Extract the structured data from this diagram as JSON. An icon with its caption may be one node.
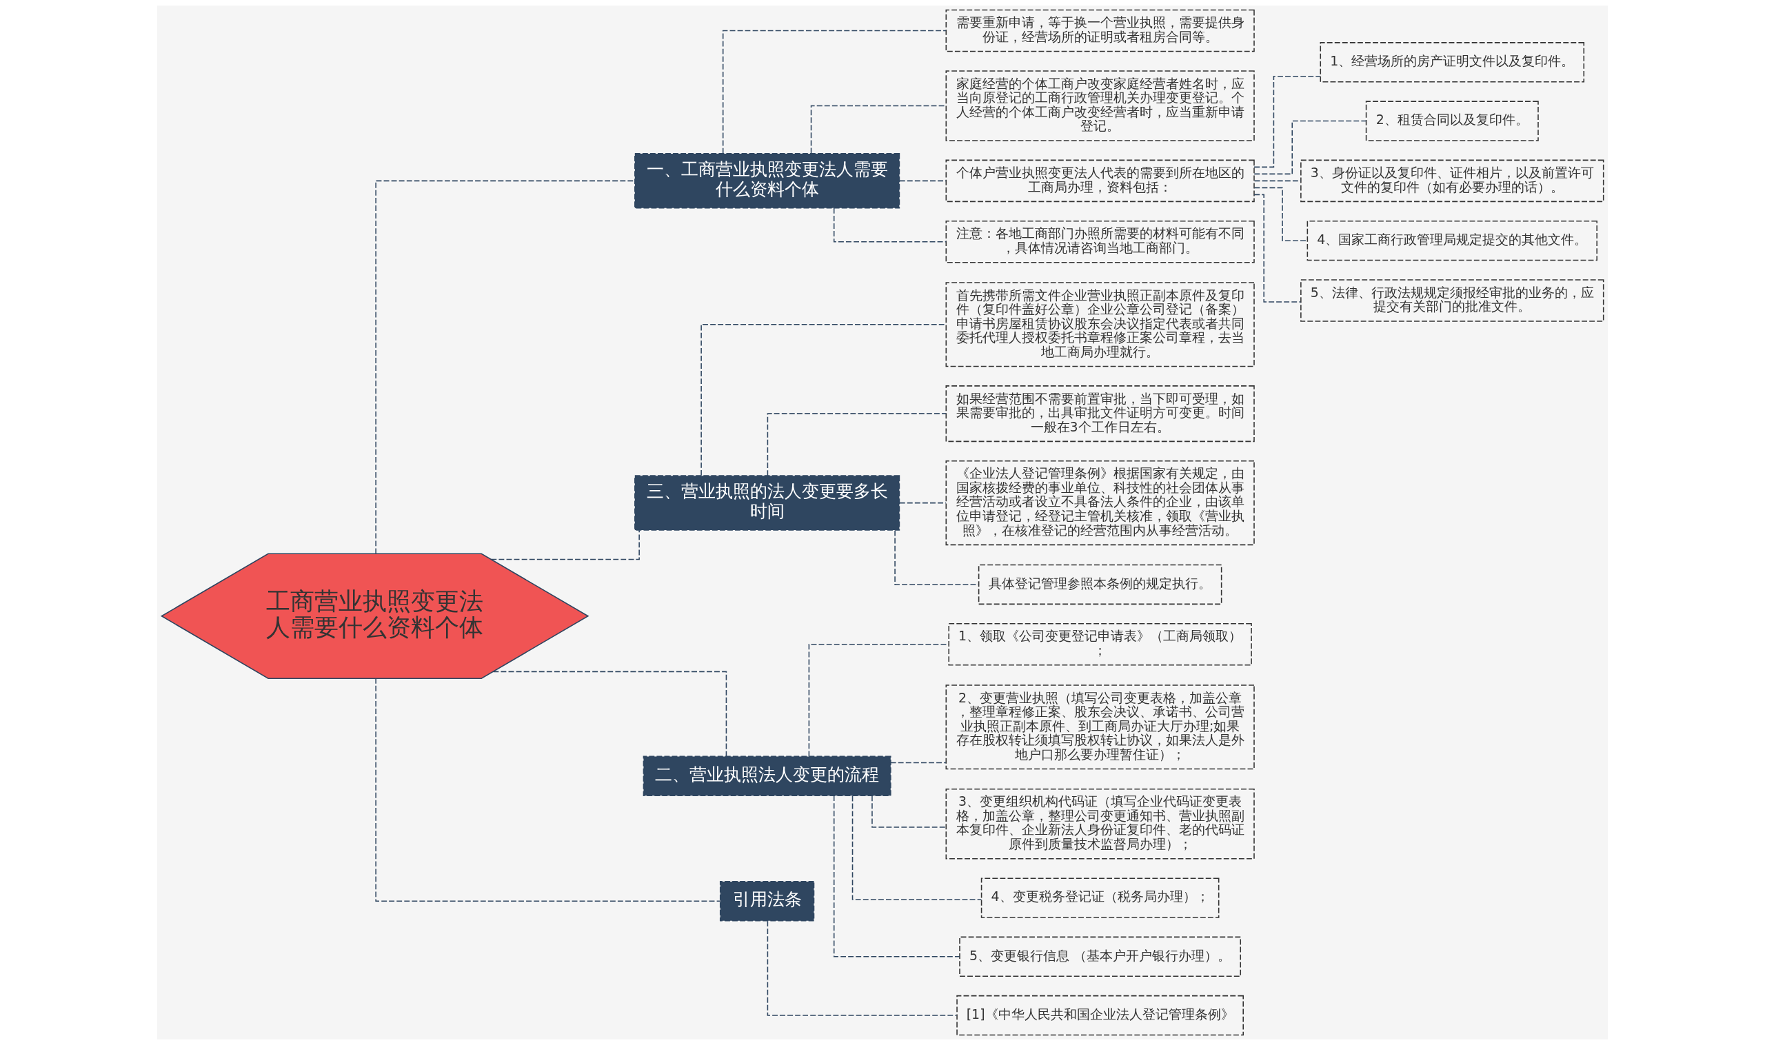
{
  "diagram": {
    "nodes": [
      {
        "text": [
          "工商营业执照变更法人需要什么资料个体"
        ]
      },
      {
        "text": [
          "一、工商营业执照变更法人需要什么资料个体"
        ]
      },
      {
        "text": [
          "需要重新申请，等于换一个营业执照，需要提供身份证，经营场所的证明或者租房合同等。"
        ]
      },
      {
        "text": [
          "家庭经营的个体工商户改变家庭经营者姓名时，应当向原登记的工商行政管理机关办理变更登记。个人经营的个体工商户改变经营者时，应当重新申请登记。"
        ]
      },
      {
        "text": [
          "个体户营业执照变更法人代表的需要到所在地区的工商局办理，资料包括："
        ]
      },
      {
        "text": [
          "1、经营场所的房产证明文件以及复印件。"
        ]
      },
      {
        "text": [
          "2、租赁合同以及复印件。"
        ]
      },
      {
        "text": [
          "3、身份证以及复印件、证件相片，以及前置许可文件的复印件（如有必要办理的话）。"
        ]
      },
      {
        "text": [
          "4、国家工商行政管理局规定提交的其他文件。"
        ]
      },
      {
        "text": [
          "5、法律、行政法规规定须报经审批的业务的，应提交有关部门的批准文件。"
        ]
      },
      {
        "text": [
          "注意：各地工商部门办照所需要的材料可能有不同，具体情况请咨询当地工商部门。"
        ]
      },
      {
        "text": [
          "三、营业执照的法人变更要多长时间"
        ]
      },
      {
        "text": [
          "首先携带所需文件企业营业执照正副本原件及复印件（复印件盖好公章）企业公章公司登记（备案）申请书房屋租赁协议股东会决议指定代表或者共同委托代理人授权委托书章程修正案公司章程，去当地工商局办理就行。"
        ]
      },
      {
        "text": [
          "如果经营范围不需要前置审批，当下即可受理，如果需要审批的，出具审批文件证明方可变更。时间一般在3个工作日左右。"
        ]
      },
      {
        "text": [
          "《企业法人登记管理条例》根据国家有关规定，由国家核拨经费的事业单位、科技性的社会团体从事经营活动或者设立不具备法人条件的企业，由该单位申请登记，经登记主管机关核准，领取《营业执照》，在核准登记的经营范围内从事经营活动。"
        ]
      },
      {
        "text": [
          "具体登记管理参照本条例的规定执行。"
        ]
      },
      {
        "text": [
          "二、营业执照法人变更的流程"
        ]
      },
      {
        "text": [
          "1、领取《公司变更登记申请表》（工商局领取）；"
        ]
      },
      {
        "text": [
          "2、变更营业执照（填写公司变更表格，加盖公章，整理章程修正案、股东会决议、承诺书、公司营业执照正副本原件、到工商局办证大厅办理;如果存在股权转让须填写股权转让协议，如果法人是外地户口那么要办理暂住证）；"
        ]
      },
      {
        "text": [
          "3、变更组织机构代码证（填写企业代码证变更表格，加盖公章，整理公司变更通知书、营业执照副本复印件、企业新法人身份证复印件、老的代码证原件到质量技术监督局办理）；"
        ]
      },
      {
        "text": [
          "4、变更税务登记证（税务局办理）；"
        ]
      },
      {
        "text": [
          "5、变更银行信息 （基本户开户银行办理）。"
        ]
      },
      {
        "text": [
          "引用法条"
        ]
      },
      {
        "text": [
          "[1]《中华人民共和国企业法人登记管理条例》"
        ]
      }
    ],
    "edges": [
      {
        "from": 0,
        "to": 1,
        "arrow": "none",
        "style": "dashed"
      },
      {
        "from": 1,
        "to": 2,
        "arrow": "none",
        "style": "dashed"
      },
      {
        "from": 1,
        "to": 3,
        "arrow": "none",
        "style": "dashed"
      },
      {
        "from": 1,
        "to": 4,
        "arrow": "none",
        "style": "dashed"
      },
      {
        "from": 4,
        "to": 5,
        "arrow": "none",
        "style": "dashed"
      },
      {
        "from": 4,
        "to": 6,
        "arrow": "none",
        "style": "dashed"
      },
      {
        "from": 4,
        "to": 7,
        "arrow": "none",
        "style": "dashed"
      },
      {
        "from": 4,
        "to": 8,
        "arrow": "none",
        "style": "dashed"
      },
      {
        "from": 4,
        "to": 9,
        "arrow": "none",
        "style": "dashed"
      },
      {
        "from": 1,
        "to": 10,
        "arrow": "none",
        "style": "dashed"
      },
      {
        "from": 0,
        "to": 11,
        "arrow": "none",
        "style": "dashed"
      },
      {
        "from": 11,
        "to": 12,
        "arrow": "none",
        "style": "dashed"
      },
      {
        "from": 11,
        "to": 13,
        "arrow": "none",
        "style": "dashed"
      },
      {
        "from": 11,
        "to": 14,
        "arrow": "none",
        "style": "dashed"
      },
      {
        "from": 11,
        "to": 15,
        "arrow": "none",
        "style": "dashed"
      },
      {
        "from": 0,
        "to": 16,
        "arrow": "none",
        "style": "dashed"
      },
      {
        "from": 16,
        "to": 17,
        "arrow": "none",
        "style": "dashed"
      },
      {
        "from": 16,
        "to": 18,
        "arrow": "none",
        "style": "dashed"
      },
      {
        "from": 16,
        "to": 19,
        "arrow": "none",
        "style": "dashed"
      },
      {
        "from": 16,
        "to": 20,
        "arrow": "none",
        "style": "dashed"
      },
      {
        "from": 16,
        "to": 21,
        "arrow": "none",
        "style": "dashed"
      },
      {
        "from": 0,
        "to": 22,
        "arrow": "none",
        "style": "dashed"
      },
      {
        "from": 22,
        "to": 23,
        "arrow": "none",
        "style": "dashed"
      }
    ]
  }
}
